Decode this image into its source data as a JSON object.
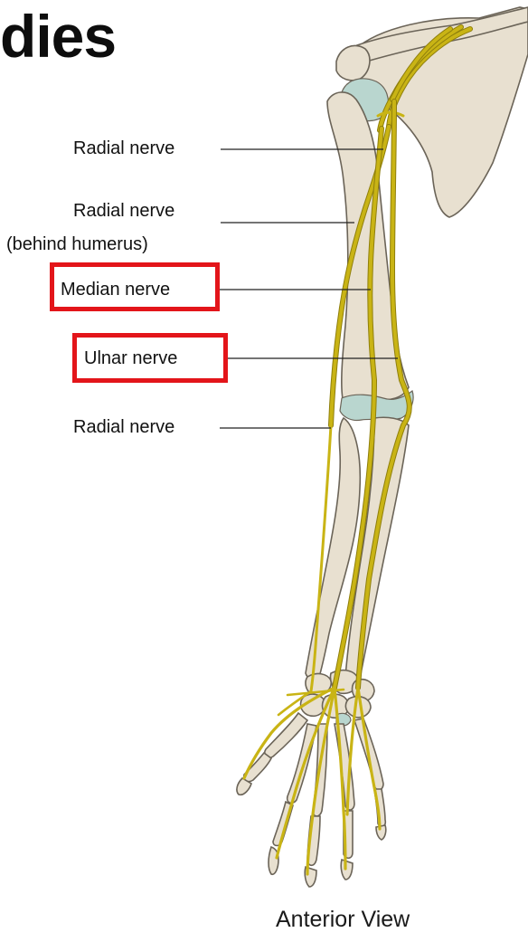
{
  "title_fragment": "dies",
  "labels": {
    "radial_1": "Radial nerve",
    "radial_2_line1": "Radial nerve",
    "radial_2_line2": "(behind humerus)",
    "median": "Median nerve",
    "ulnar": "Ulnar nerve",
    "radial_3": "Radial nerve"
  },
  "view_caption": "Anterior View",
  "highlighted_labels": [
    "Median nerve",
    "Ulnar nerve"
  ],
  "colors": {
    "nerve": "#c9b415",
    "nerve_edge": "#8f7f0c",
    "bone": "#e8e0d0",
    "bone_edge": "#6b6458",
    "cartilage": "#b9d6cf",
    "highlight_box": "#e3151a",
    "leader_line": "#222222"
  }
}
